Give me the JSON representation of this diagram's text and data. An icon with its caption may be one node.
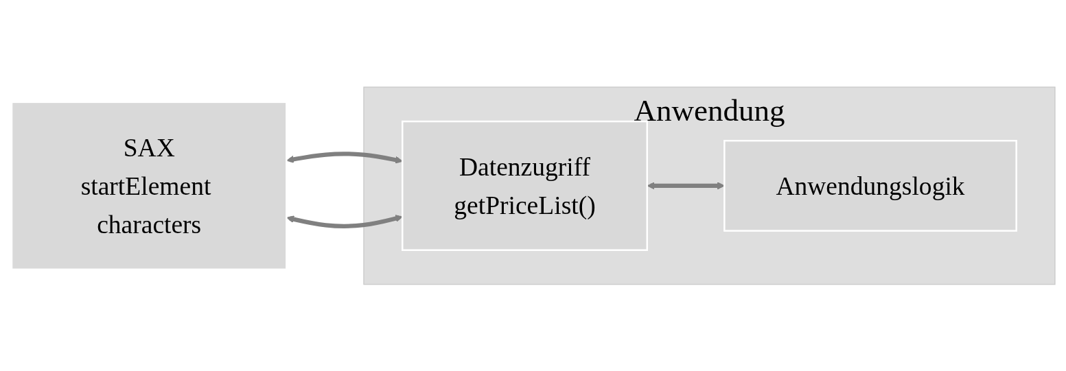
{
  "diagram": {
    "nodes": [
      {
        "text": [
          "SAX",
          "startElement characters"
        ]
      },
      {
        "text": [
          "Anwendung"
        ]
      },
      {
        "text": [
          "Datenzugriff",
          "getPriceList()"
        ],
        "in": 1
      },
      {
        "text": [
          "Anwendungslogik"
        ],
        "in": 1
      }
    ],
    "edges": [
      {
        "from": 0,
        "to": 2,
        "arrow": "both"
      },
      {
        "from": 0,
        "to": 2,
        "arrow": "both"
      },
      {
        "from": 2,
        "to": 3,
        "arrow": "both"
      }
    ]
  }
}
